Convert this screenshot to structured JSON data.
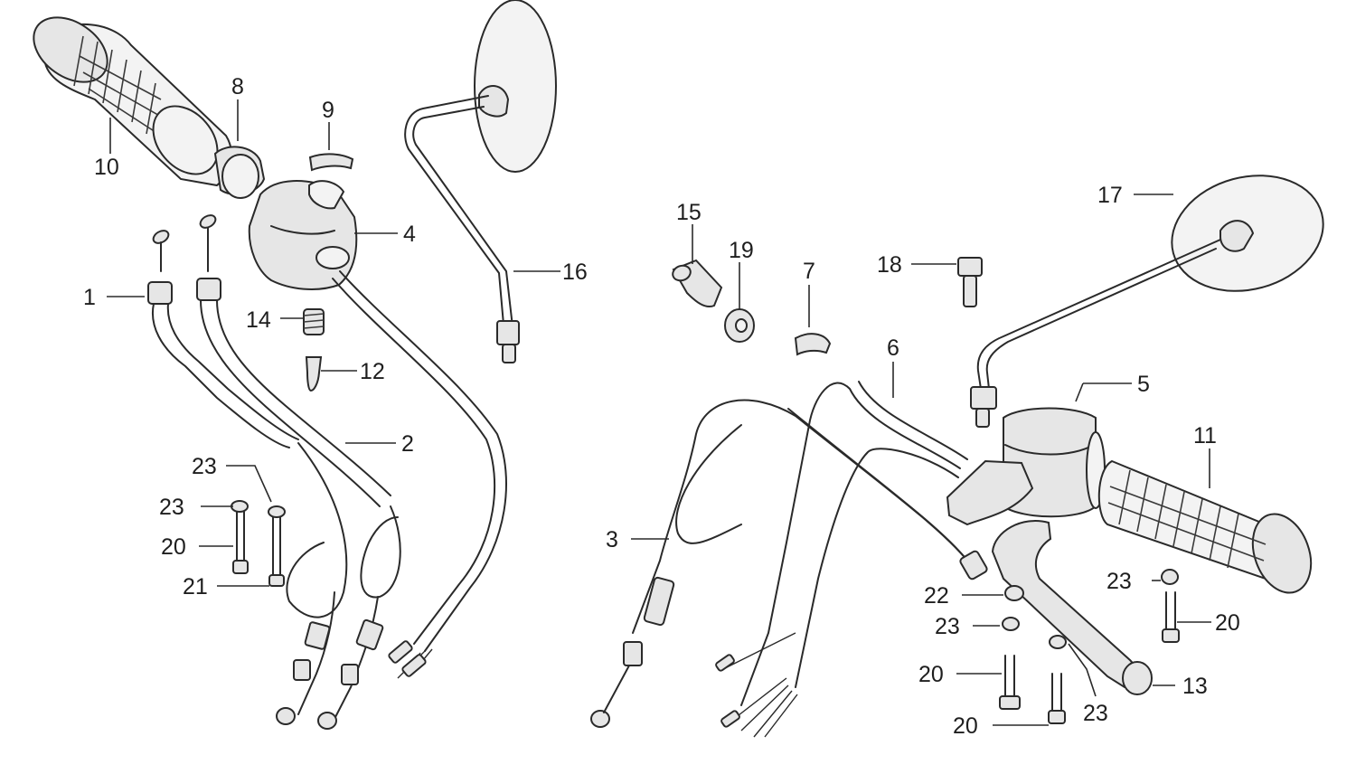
{
  "diagram": {
    "type": "exploded-parts-diagram",
    "callouts": {
      "c1": "1",
      "c2": "2",
      "c3": "3",
      "c4": "4",
      "c5": "5",
      "c6": "6",
      "c7": "7",
      "c8": "8",
      "c9": "9",
      "c10": "10",
      "c11": "11",
      "c12": "12",
      "c13": "13",
      "c14": "14",
      "c15": "15",
      "c16": "16",
      "c17": "17",
      "c18": "18",
      "c19": "19",
      "c20": "20",
      "c21": "21",
      "c22": "22",
      "c23": "23"
    },
    "colors": {
      "ink": "#2a2a2a",
      "paper": "#ffffff",
      "shade": "#e6e6e6"
    }
  }
}
